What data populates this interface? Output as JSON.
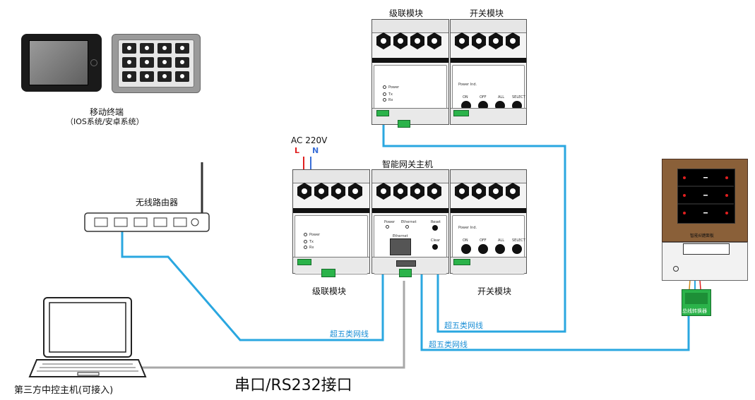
{
  "labels": {
    "mobile_terminal": "移动终端",
    "mobile_os": "（IOS系统/安卓系统）",
    "router": "无线路由器",
    "third_party_host": "第三方中控主机(可接入)",
    "serial_interface": "串口/RS232接口",
    "ac_voltage": "AC 220V",
    "ac_L": "L",
    "ac_N": "N",
    "gateway_host": "智能网关主机",
    "cascade_module": "级联模块",
    "switch_module": "开关模块",
    "bus_converter": "总线转换器",
    "smart_panel": "智能6键面板"
  },
  "cable_labels": {
    "router_to_gateway": "超五类网线",
    "top_to_gateway": "超五类网线",
    "gateway_to_panel": "超五类网线"
  },
  "module_text": {
    "power": "Power",
    "tx": "Tx",
    "rx": "Rx",
    "ethernet": "Ethernet",
    "reset": "Reset",
    "clear": "Clear",
    "power_ind": "Power Ind.",
    "on": "ON",
    "off": "OFF",
    "all": "ALL",
    "select": "SELECT"
  },
  "colors": {
    "cable_blue": "#2aa7e0",
    "cable_gray": "#a8a8a8",
    "live_red": "#e02020",
    "neutral_blue": "#3a6fd8",
    "terminal_green": "#2bb34a",
    "panel_bronze": "#8a6039",
    "led_red": "#e01f1f"
  },
  "icons": [
    "tablet-icon",
    "touch-panel-icon",
    "router-icon",
    "laptop-icon"
  ]
}
